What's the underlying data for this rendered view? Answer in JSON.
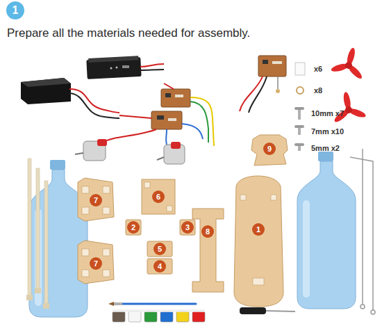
{
  "diagram": {
    "title": "Prepare all the materials needed for assembly.",
    "labels": [
      "1",
      "x6",
      "x8",
      "10mm x7",
      "7mm x10",
      "5mm x2",
      "9",
      "6",
      "7",
      "2",
      "3",
      "8",
      "1",
      "5",
      "7",
      "4"
    ]
  }
}
